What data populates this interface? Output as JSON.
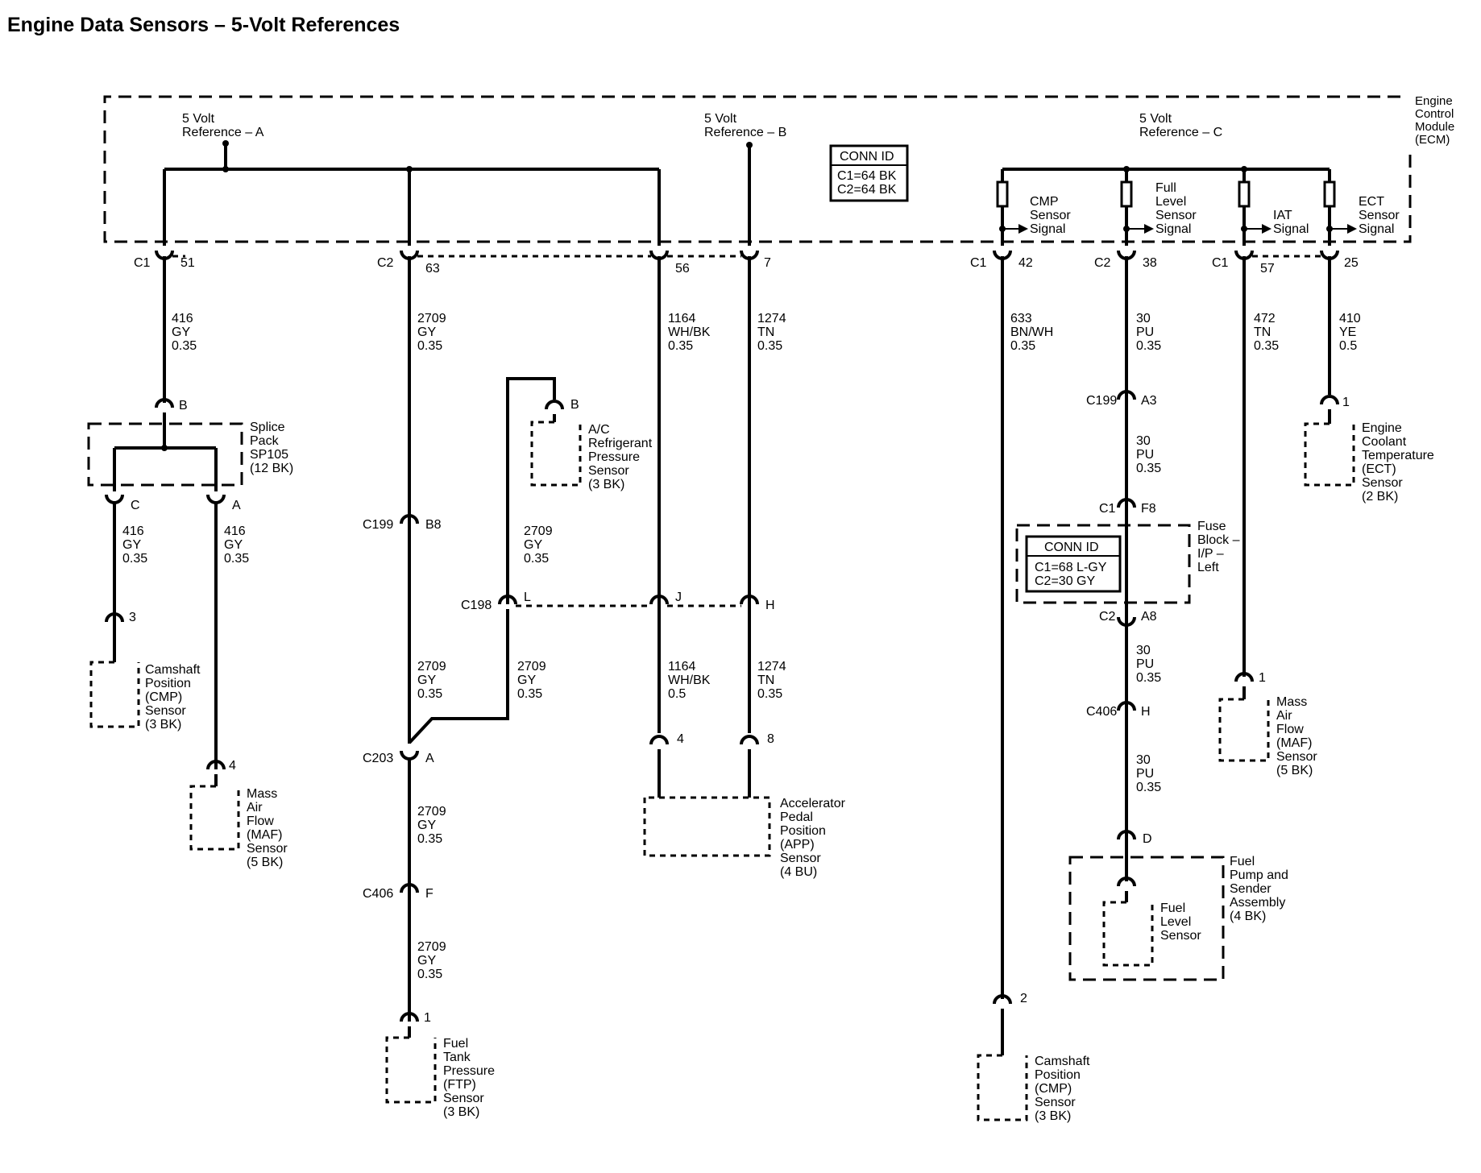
{
  "title": "Engine Data Sensors – 5-Volt References",
  "ecm": {
    "name": [
      "Engine",
      "Control",
      "Module",
      "(ECM)"
    ],
    "ref_a": [
      "5 Volt",
      "Reference – A"
    ],
    "ref_b": [
      "5 Volt",
      "Reference – B"
    ],
    "ref_c": [
      "5 Volt",
      "Reference – C"
    ],
    "conn_id": {
      "heading": "CONN ID",
      "lines": [
        "C1=64 BK",
        "C2=64 BK"
      ]
    },
    "signals": {
      "cmp": [
        "CMP",
        "Sensor",
        "Signal"
      ],
      "fuel_level": [
        "Full",
        "Level",
        "Sensor",
        "Signal"
      ],
      "iat": [
        "IAT",
        "Signal"
      ],
      "ect": [
        "ECT",
        "Sensor",
        "Signal"
      ]
    },
    "pins": {
      "c1_51": {
        "conn": "C1",
        "pin": "51"
      },
      "c2_63": {
        "conn": "C2",
        "pin": "63"
      },
      "p56": {
        "pin": "56"
      },
      "p7": {
        "pin": "7"
      },
      "c1_42": {
        "conn": "C1",
        "pin": "42"
      },
      "c2_38": {
        "conn": "C2",
        "pin": "38"
      },
      "c1_57": {
        "conn": "C1",
        "pin": "57"
      },
      "p25": {
        "pin": "25"
      }
    }
  },
  "wires": {
    "w416_top": [
      "416",
      "GY",
      "0.35"
    ],
    "w2709_top": [
      "2709",
      "GY",
      "0.35"
    ],
    "w1164_top": [
      "1164",
      "WH/BK",
      "0.35"
    ],
    "w1274_top": [
      "1274",
      "TN",
      "0.35"
    ],
    "w633": [
      "633",
      "BN/WH",
      "0.35"
    ],
    "w30_top": [
      "30",
      "PU",
      "0.35"
    ],
    "w472": [
      "472",
      "TN",
      "0.35"
    ],
    "w410": [
      "410",
      "YE",
      "0.5"
    ],
    "w416_c": [
      "416",
      "GY",
      "0.35"
    ],
    "w416_a": [
      "416",
      "GY",
      "0.35"
    ],
    "w2709_ac": [
      "2709",
      "GY",
      "0.35"
    ],
    "w2709_mid": [
      "2709",
      "GY",
      "0.35"
    ],
    "w2709_l": [
      "2709",
      "GY",
      "0.35"
    ],
    "w1164_bot": [
      "1164",
      "WH/BK",
      "0.5"
    ],
    "w1274_bot": [
      "1274",
      "TN",
      "0.35"
    ],
    "w2709_c203": [
      "2709",
      "GY",
      "0.35"
    ],
    "w2709_c406": [
      "2709",
      "GY",
      "0.35"
    ],
    "w30_c199": [
      "30",
      "PU",
      "0.35"
    ],
    "w30_c2": [
      "30",
      "PU",
      "0.35"
    ],
    "w30_c406": [
      "30",
      "PU",
      "0.35"
    ]
  },
  "splice": {
    "name": [
      "Splice",
      "Pack",
      "SP105",
      "(12 BK)"
    ],
    "pin_b": "B",
    "pin_c": "C",
    "pin_a": "A"
  },
  "inline": {
    "c199_b8": {
      "conn": "C199",
      "pin": "B8"
    },
    "c198_l": {
      "conn": "C198",
      "pin": "L"
    },
    "pin_j": "J",
    "pin_h": "H",
    "c203_a": {
      "conn": "C203",
      "pin": "A"
    },
    "c406_f": {
      "conn": "C406",
      "pin": "F"
    },
    "c199_a3": {
      "conn": "C199",
      "pin": "A3"
    },
    "c1_f8": {
      "conn": "C1",
      "pin": "F8"
    },
    "c2_a8": {
      "conn": "C2",
      "pin": "A8"
    },
    "c406_h": {
      "conn": "C406",
      "pin": "H"
    },
    "pin_d": "D"
  },
  "fuse_block": {
    "name": [
      "Fuse",
      "Block –",
      "I/P –",
      "Left"
    ],
    "conn_id": {
      "heading": "CONN ID",
      "lines": [
        "C1=68 L-GY",
        "C2=30 GY"
      ]
    }
  },
  "components": {
    "cmp_left": {
      "pin": "3",
      "name": [
        "Camshaft",
        "Position",
        "(CMP)",
        "Sensor",
        "(3 BK)"
      ]
    },
    "maf_left": {
      "pin": "4",
      "name": [
        "Mass",
        "Air",
        "Flow",
        "(MAF)",
        "Sensor",
        "(5 BK)"
      ]
    },
    "ac_sensor": {
      "pin": "B",
      "name": [
        "A/C",
        "Refrigerant",
        "Pressure",
        "Sensor",
        "(3 BK)"
      ]
    },
    "ftp": {
      "pin": "1",
      "name": [
        "Fuel",
        "Tank",
        "Pressure",
        "(FTP)",
        "Sensor",
        "(3 BK)"
      ]
    },
    "app": {
      "pin4": "4",
      "pin8": "8",
      "name": [
        "Accelerator",
        "Pedal",
        "Position",
        "(APP)",
        "Sensor",
        "(4 BU)"
      ]
    },
    "cmp_right": {
      "pin": "2",
      "name": [
        "Camshaft",
        "Position",
        "(CMP)",
        "Sensor",
        "(3 BK)"
      ]
    },
    "fuel_pump": {
      "name": [
        "Fuel",
        "Pump and",
        "Sender",
        "Assembly",
        "(4 BK)"
      ]
    },
    "fuel_level": {
      "name": [
        "Fuel",
        "Level",
        "Sensor"
      ]
    },
    "maf_right": {
      "pin": "1",
      "name": [
        "Mass",
        "Air",
        "Flow",
        "(MAF)",
        "Sensor",
        "(5 BK)"
      ]
    },
    "ect": {
      "pin": "1",
      "name": [
        "Engine",
        "Coolant",
        "Temperature",
        "(ECT)",
        "Sensor",
        "(2 BK)"
      ]
    }
  }
}
